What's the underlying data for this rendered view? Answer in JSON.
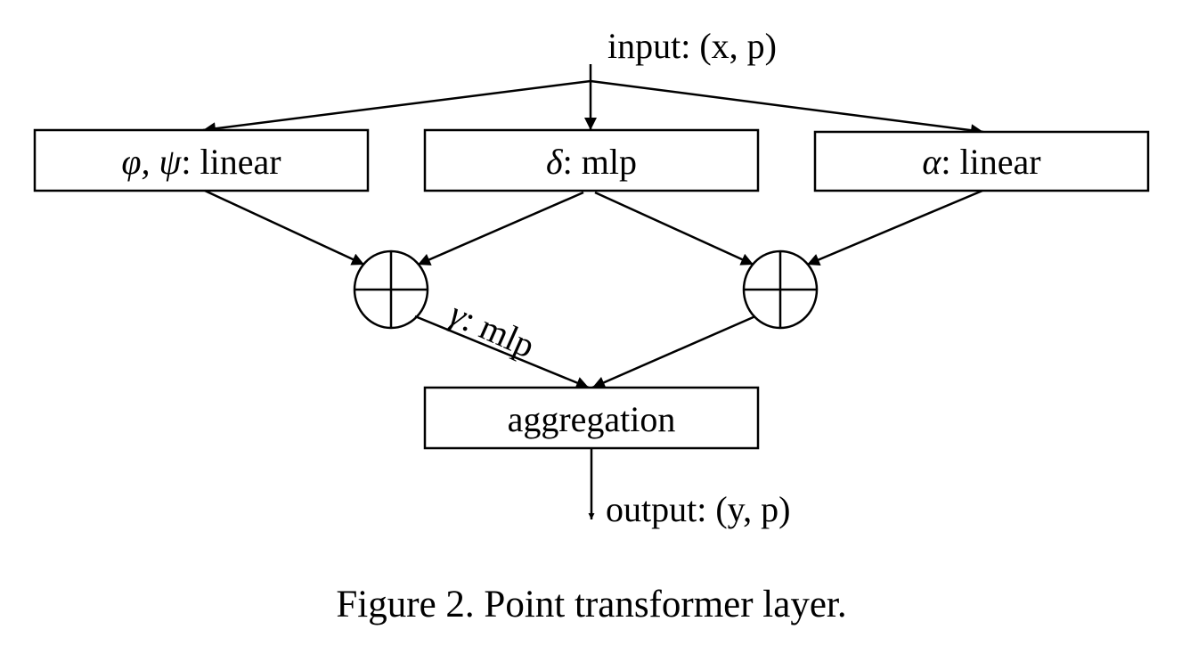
{
  "diagram": {
    "input_label": "input: (x, p)",
    "output_label": "output: (y, p)",
    "nodes": {
      "phi_psi": {
        "symbol": "φ, ψ",
        "label": ": linear"
      },
      "delta": {
        "symbol": "δ",
        "label": ": mlp"
      },
      "alpha": {
        "symbol": "α",
        "label": ": linear"
      },
      "add_left": {
        "symbol": "⊕"
      },
      "add_right": {
        "symbol": "⊕"
      },
      "aggregation": {
        "label": "aggregation"
      }
    },
    "edge_labels": {
      "gamma": {
        "symbol": "γ",
        "label": ": mlp"
      }
    }
  },
  "caption": "Figure 2. Point transformer layer."
}
